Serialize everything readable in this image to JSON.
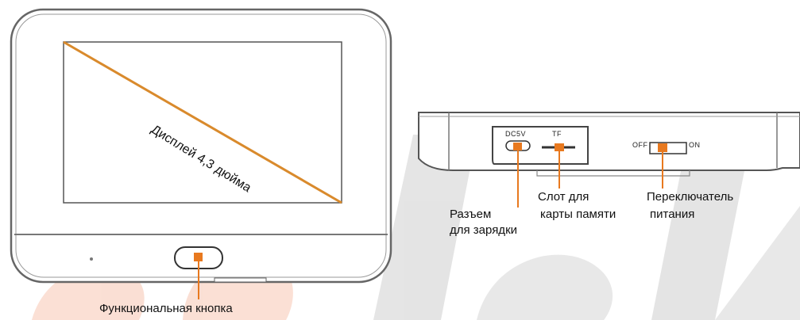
{
  "front_view": {
    "display_label": "Дисплей 4,3 дюйма",
    "button_label": "Функциональная кнопка"
  },
  "side_view": {
    "port_marking": "DC5V",
    "slot_marking": "TF",
    "switch_off_marking": "OFF",
    "switch_on_marking": "ON",
    "charge_port_label": [
      "Разъем",
      "для зарядки"
    ],
    "card_slot_label": [
      "Слот для",
      "карты памяти"
    ],
    "power_switch_label": [
      "Переключатель",
      "питания"
    ]
  },
  "colors": {
    "accent": "#e8791f",
    "line": "#d98a2c",
    "outline": "#555555",
    "watermark": "#f2b9a0"
  }
}
